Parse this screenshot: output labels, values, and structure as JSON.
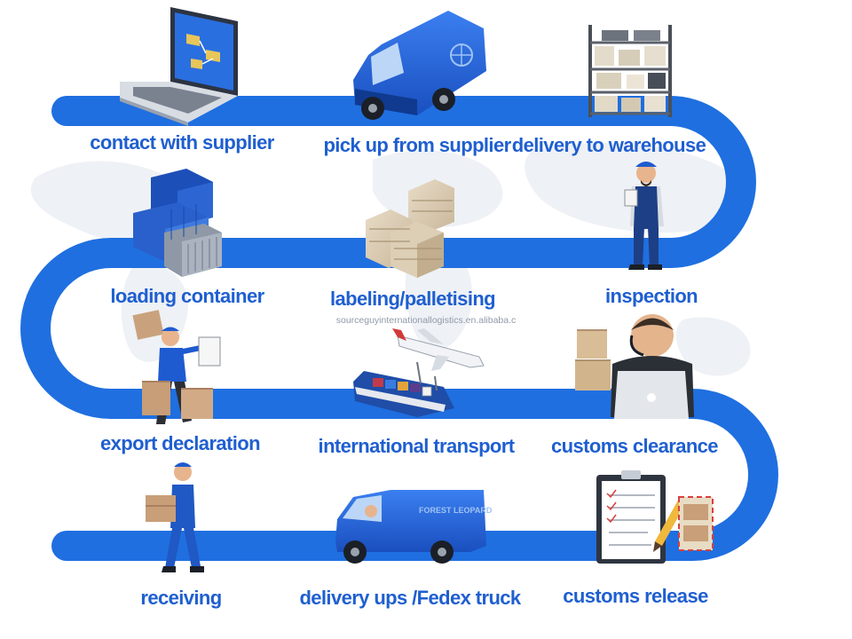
{
  "steps": [
    {
      "label": "contact with supplier",
      "icon": "laptop-icon"
    },
    {
      "label": "pick up from supplier",
      "icon": "van-icon"
    },
    {
      "label": "delivery to warehouse",
      "icon": "warehouse-shelf-icon"
    },
    {
      "label": "loading container",
      "icon": "shipping-containers-icon"
    },
    {
      "label": "labeling/palletising",
      "icon": "wooden-crates-icon"
    },
    {
      "label": "inspection",
      "icon": "inspector-worker-icon"
    },
    {
      "label": "export declaration",
      "icon": "worker-with-boxes-icon"
    },
    {
      "label": "international  transport",
      "icon": "ship-and-airplane-icon"
    },
    {
      "label": "customs clearance",
      "icon": "customs-agent-laptop-icon"
    },
    {
      "label": "receiving",
      "icon": "delivery-worker-icon"
    },
    {
      "label": "delivery ups /Fedex truck",
      "icon": "delivery-van-icon"
    },
    {
      "label": "customs release",
      "icon": "clipboard-checklist-icon"
    }
  ],
  "watermark": "sourceguyinternationallogistics.en.alibaba.c",
  "van_brand": "FOREST LEOPARD",
  "colors": {
    "road": "#1f6fe0",
    "label": "#1f5fd0",
    "map": "#eef1f5"
  }
}
